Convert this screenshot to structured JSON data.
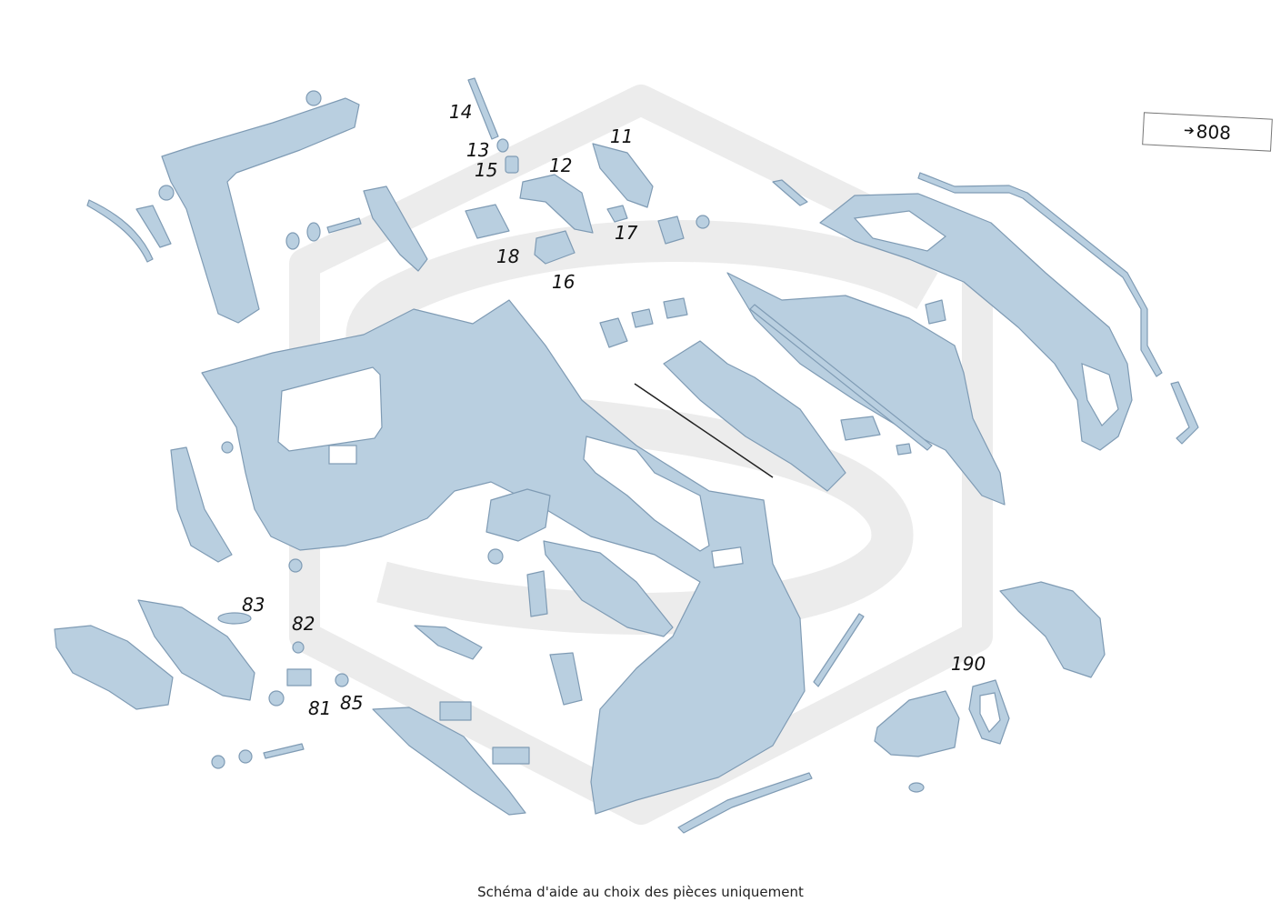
{
  "caption": "Schéma d'aide au choix des pièces uniquement",
  "reference": {
    "arrow": "➔",
    "label": "808"
  },
  "callouts": [
    {
      "id": "c-14",
      "text": "14"
    },
    {
      "id": "c-13",
      "text": "13"
    },
    {
      "id": "c-15",
      "text": "15"
    },
    {
      "id": "c-11",
      "text": "11"
    },
    {
      "id": "c-12",
      "text": "12"
    },
    {
      "id": "c-17",
      "text": "17"
    },
    {
      "id": "c-18",
      "text": "18"
    },
    {
      "id": "c-16",
      "text": "16"
    },
    {
      "id": "c-83",
      "text": "83"
    },
    {
      "id": "c-82",
      "text": "82"
    },
    {
      "id": "c-81",
      "text": "81"
    },
    {
      "id": "c-85",
      "text": "85"
    },
    {
      "id": "c-190",
      "text": "190"
    }
  ],
  "colors": {
    "part_fill": "#b9cfe0",
    "part_stroke": "#7f9bb4",
    "watermark": "#ececec"
  }
}
